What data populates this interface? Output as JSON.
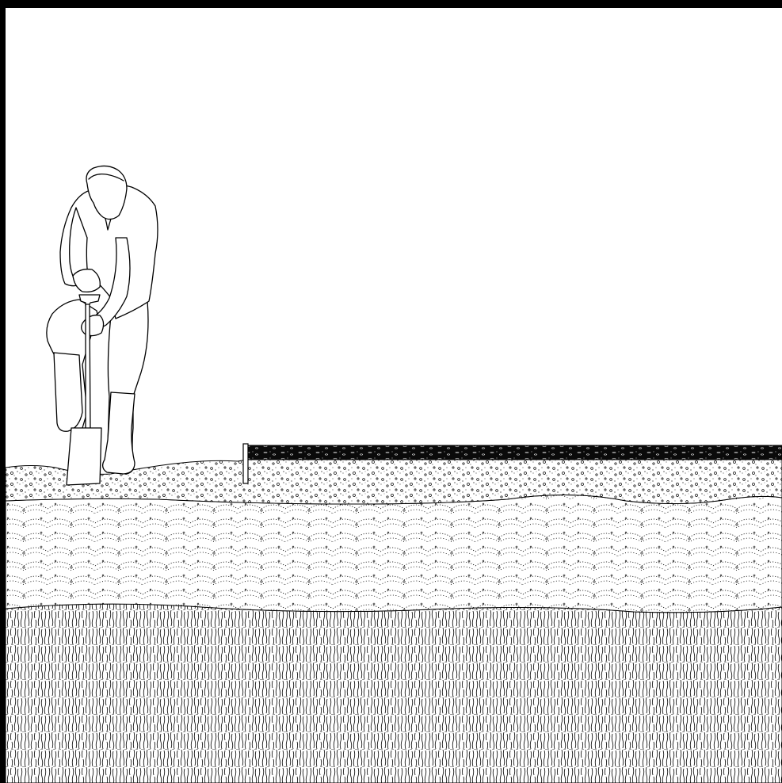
{
  "figure": {
    "background_color": "#ffffff",
    "ink_color": "#000000",
    "layers": [
      {
        "id": "asphalt-surface",
        "pattern": "dark-aggregate"
      },
      {
        "id": "topsoil-layer",
        "pattern": "coarse-circles-dots"
      },
      {
        "id": "subsoil-layer",
        "pattern": "dotted-scallops"
      },
      {
        "id": "bedrock-layer",
        "pattern": "vertical-wavy-lines"
      }
    ],
    "elements": [
      "person-digging",
      "spade",
      "survey-stake"
    ]
  }
}
